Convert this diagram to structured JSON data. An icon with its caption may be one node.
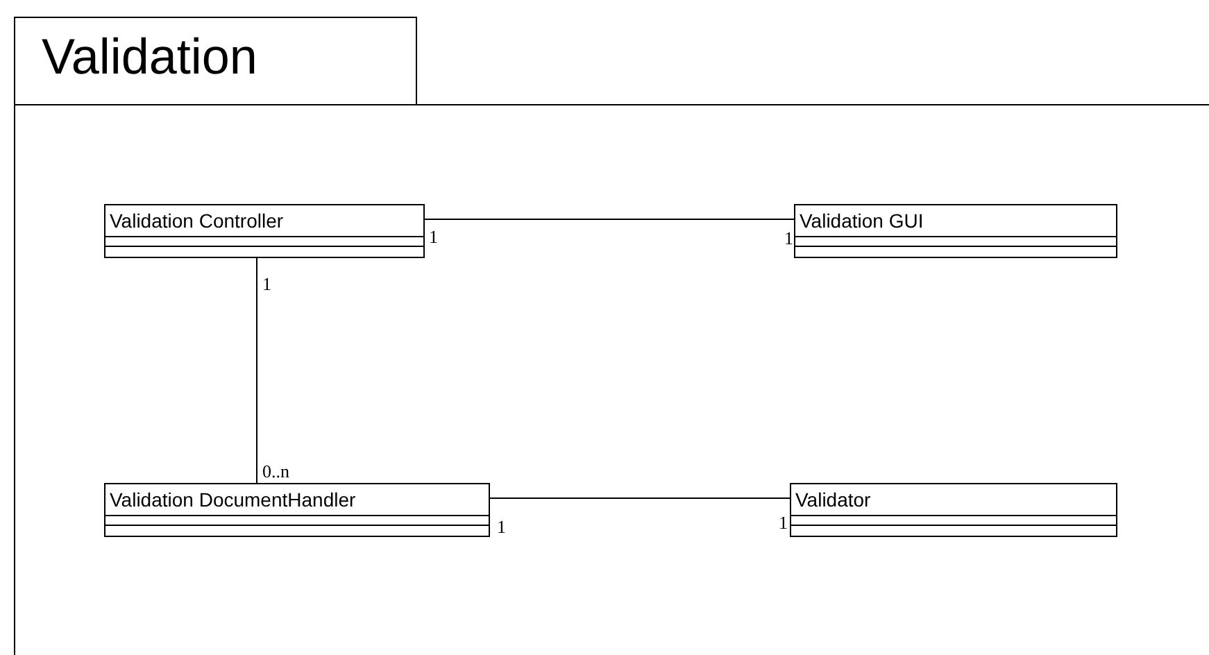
{
  "diagram": {
    "nodes": [
      {
        "text": [
          "Validation"
        ]
      },
      {
        "text": [
          "Validation Controller"
        ],
        "in": 0
      },
      {
        "text": [
          "Validation GUI"
        ],
        "in": 0
      },
      {
        "text": [
          "Validation DocumentHandler"
        ],
        "in": 0
      },
      {
        "text": [
          "Validator"
        ],
        "in": 0
      }
    ],
    "edges": [
      {
        "from": 1,
        "to": 2,
        "arrow": "none"
      },
      {
        "from": 1,
        "to": 3,
        "arrow": "none"
      },
      {
        "from": 3,
        "to": 4,
        "arrow": "none"
      }
    ],
    "labels": [
      "1",
      "1",
      "1",
      "0..n",
      "1",
      "1"
    ]
  }
}
